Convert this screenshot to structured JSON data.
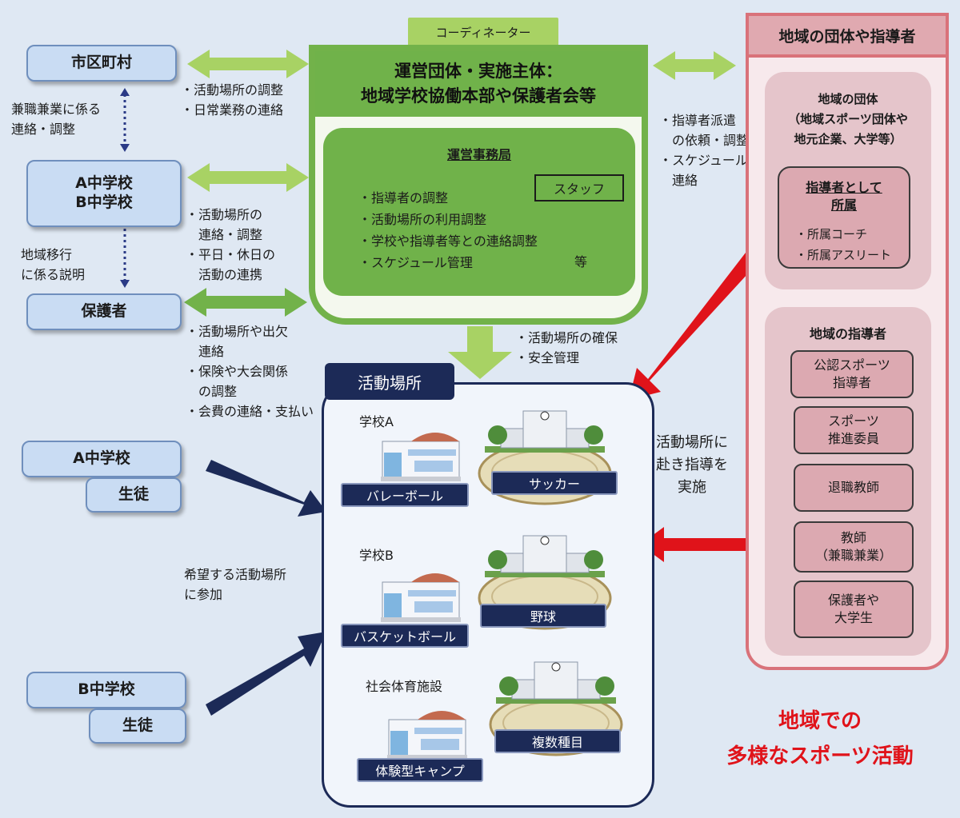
{
  "left": {
    "municipality": "市区町村",
    "note_muni_side": "兼職兼業に係る\n連絡・調整",
    "schools_ab": "A中学校\nB中学校",
    "note_schools_side": "地域移行\nに係る説明",
    "guardians": "保護者",
    "students_a_school": "A中学校",
    "students_a": "生徒",
    "students_b_school": "B中学校",
    "students_b": "生徒",
    "note_join": "希望する活動場所\nに参加"
  },
  "arrow_notes": {
    "muni": "・活動場所の調整\n・日常業務の連絡",
    "schools": "・活動場所の\n　連絡・調整\n・平日・休日の\n　活動の連携",
    "guardians": "・活動場所や出欠\n　連絡\n・保険や大会関係\n　の調整\n・会費の連絡・支払い",
    "right": "・指導者派遣\n　の依頼・調整\n・スケジュール\n　連絡",
    "down": "・活動場所の確保\n・安全管理",
    "red": "活動場所に\n赴き指導を\n実施"
  },
  "center": {
    "coordinator": "コーディネーター",
    "title": "運営団体・実施主体：\n地域学校協働本部や保護者会等",
    "office_title": "運営事務局",
    "staff": "スタッフ",
    "tasks": [
      "・指導者の調整",
      "・活動場所の利用調整",
      "・学校や指導者等との連絡調整",
      "・スケジュール管理"
    ],
    "etc": "等"
  },
  "right": {
    "title": "地域の団体や指導者",
    "groups_title": "地域の団体\n（地域スポーツ団体や\n地元企業、大学等）",
    "affiliated_title": "指導者として\n所属",
    "affiliated_items": [
      "・所属コーチ",
      "・所属アスリート"
    ],
    "leaders_title": "地域の指導者",
    "leaders": [
      "公認スポーツ\n指導者",
      "スポーツ\n推進委員",
      "退職教師",
      "教師\n（兼職兼業）",
      "保護者や\n大学生"
    ]
  },
  "venue": {
    "label": "活動場所",
    "places": [
      {
        "name": "学校A",
        "gym_activity": "バレーボール",
        "field_activity": "サッカー"
      },
      {
        "name": "学校B",
        "gym_activity": "バスケットボール",
        "field_activity": "野球"
      },
      {
        "name": "社会体育施設",
        "gym_activity": "体験型キャンプ",
        "field_activity": "複数種目"
      }
    ]
  },
  "tagline": "地域での\n多様なスポーツ活動",
  "colors": {
    "green": "#70b24a",
    "light_green_arrow": "#a8d264",
    "navy": "#1c2a57",
    "red": "#e0131a",
    "pink_border": "#d9727a",
    "blue_box": "#c9dcf3"
  }
}
